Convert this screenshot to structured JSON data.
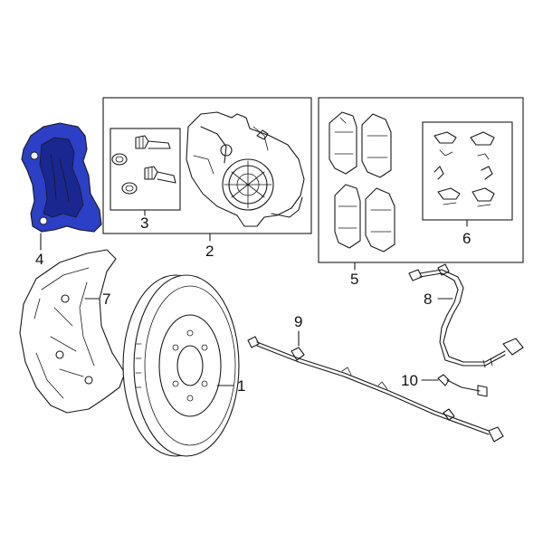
{
  "colors": {
    "highlight": "#2b3fc7",
    "highlight_dark": "#1a2790",
    "line": "#1a1a1a",
    "background": "#ffffff"
  },
  "callouts": {
    "c1": "1",
    "c2": "2",
    "c3": "3",
    "c4": "4",
    "c5": "5",
    "c6": "6",
    "c7": "7",
    "c8": "8",
    "c9": "9",
    "c10": "10"
  }
}
